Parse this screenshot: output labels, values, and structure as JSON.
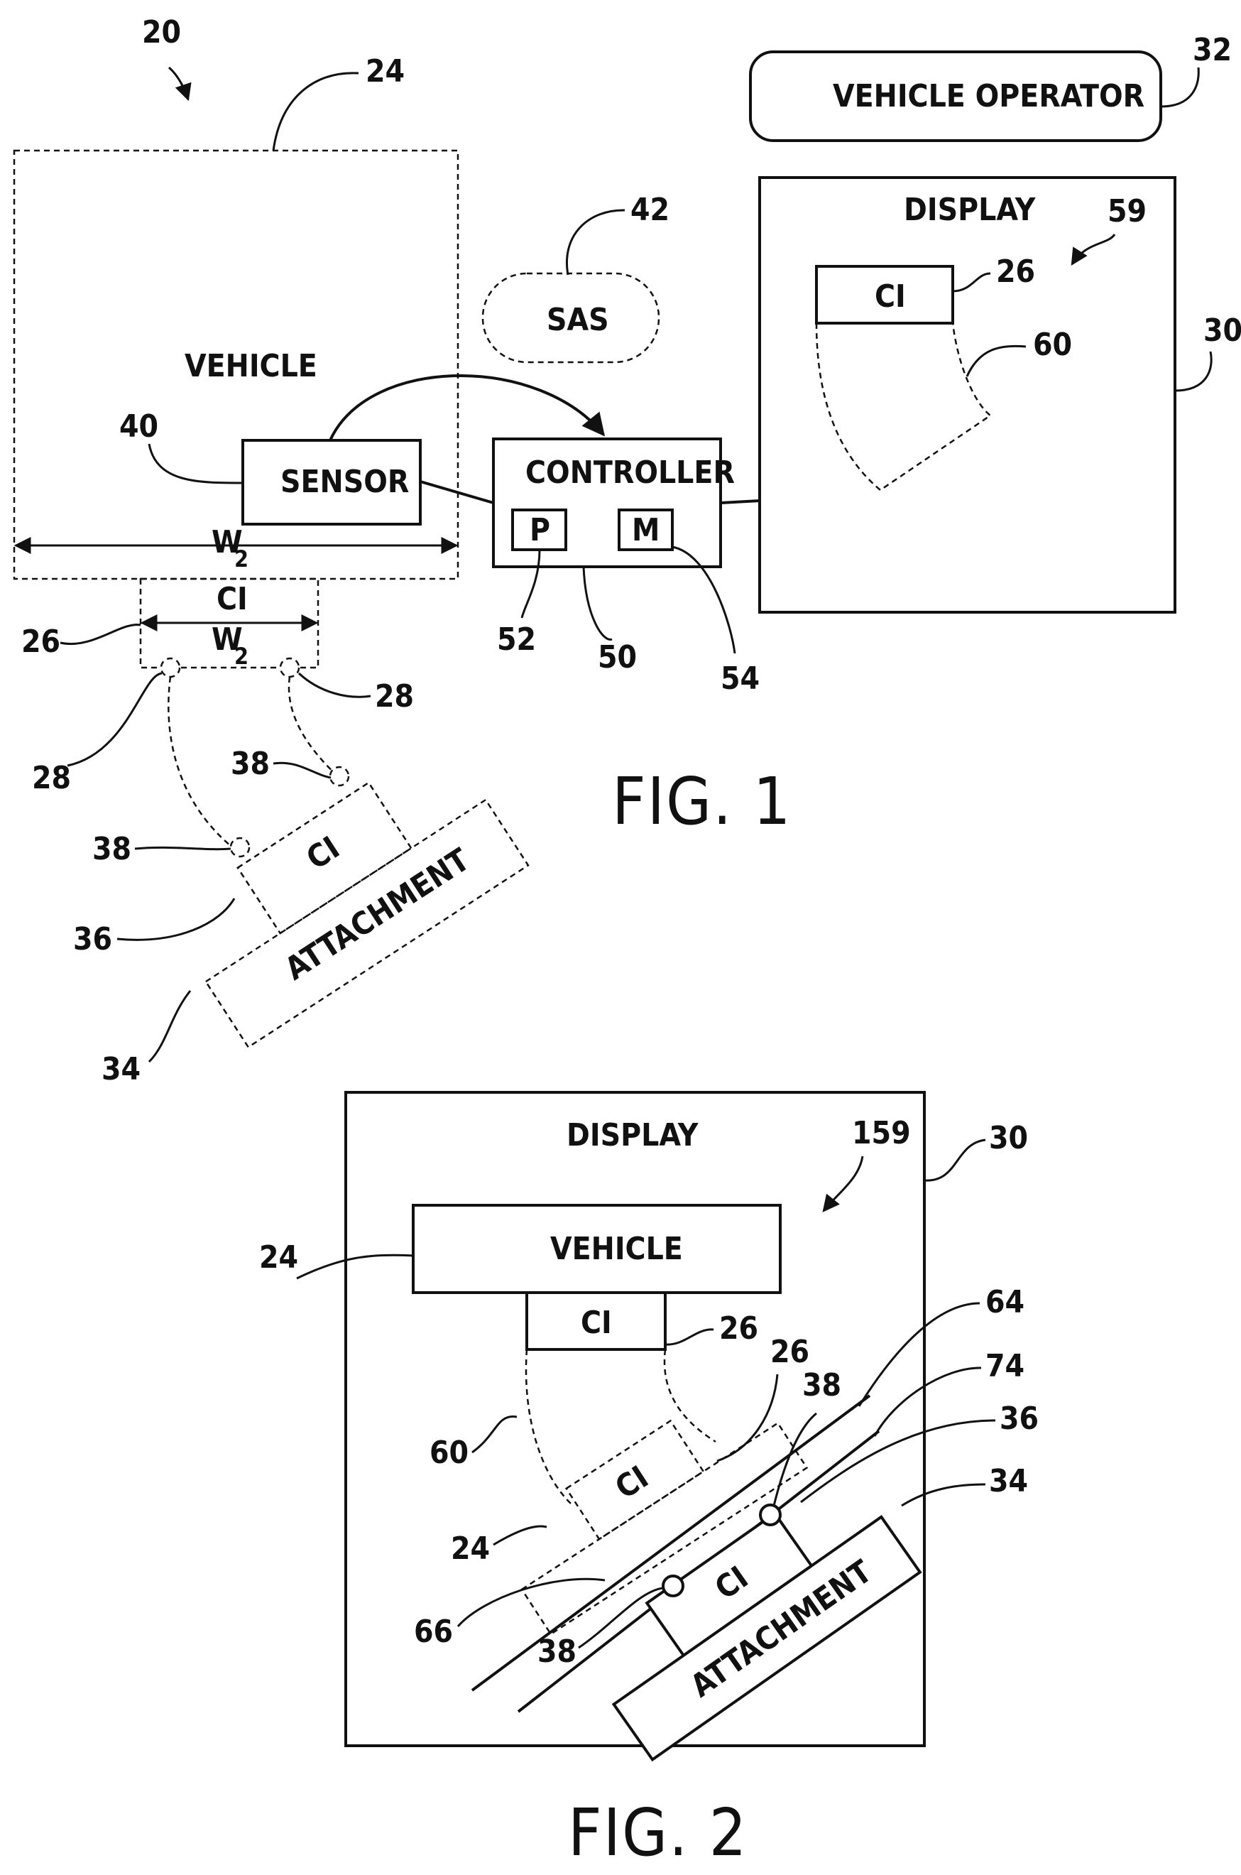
{
  "figure1": {
    "caption": "FIG. 1",
    "vehicle": "VEHICLE",
    "vehicle_operator": "VEHICLE OPERATOR",
    "display": "DISPLAY",
    "sas": "SAS",
    "sensor": "SENSOR",
    "controller": "CONTROLLER",
    "processor": "P",
    "memory": "M",
    "ci": "CI",
    "attachment": "ATTACHMENT",
    "width_symbol": "W",
    "width_subscript": "2",
    "refs": {
      "system": "20",
      "vehicle": "24",
      "coupling_interface": "26",
      "couplers": "28",
      "display": "30",
      "operator": "32",
      "attachment": "34",
      "attachment_ci": "36",
      "attachment_couplers": "38",
      "sensor": "40",
      "sas": "42",
      "controller": "50",
      "processor": "52",
      "memory": "54",
      "image": "59",
      "path": "60"
    }
  },
  "figure2": {
    "caption": "FIG. 2",
    "display": "DISPLAY",
    "vehicle": "VEHICLE",
    "ci": "CI",
    "attachment": "ATTACHMENT",
    "refs": {
      "image": "159",
      "display": "30",
      "vehicle": "24",
      "coupling_interface": "26",
      "line_64": "64",
      "line_74": "74",
      "attachment_couplers": "38",
      "attachment_ci": "36",
      "attachment": "34",
      "path": "60",
      "line_66": "66"
    }
  }
}
